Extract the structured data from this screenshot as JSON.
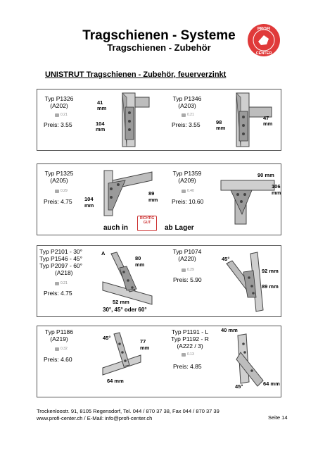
{
  "header": {
    "title": "Tragschienen - Systeme",
    "subtitle": "Tragschienen - Zubehör",
    "logo_text_top": "PROFI",
    "logo_text_bottom": "CENTER"
  },
  "section_title": "UNISTRUT Tragschienen - Zubehör, feuerverzinkt",
  "items": [
    {
      "type_lines": [
        "Typ P1326",
        "(A202)"
      ],
      "weight": "0.21",
      "price": "Preis: 3.55",
      "dims": [
        "41",
        "mm",
        "104",
        "mm"
      ]
    },
    {
      "type_lines": [
        "Typ P1346",
        "(A203)"
      ],
      "weight": "0.21",
      "price": "Preis: 3.55",
      "dims": [
        "98",
        "mm",
        "47",
        "mm"
      ]
    },
    {
      "type_lines": [
        "Typ P1325",
        "(A205)"
      ],
      "weight": "0.29",
      "price": "Preis: 4.75",
      "dims": [
        "104",
        "mm",
        "89",
        "mm"
      ]
    },
    {
      "type_lines": [
        "Typ P1359",
        "(A209)"
      ],
      "weight": "0.40",
      "price": "Preis: 10.60",
      "dims": [
        "90 mm",
        "106",
        "mm"
      ]
    },
    {
      "type_lines": [
        "Typ P2101 - 30°",
        "Typ P1546 - 45°",
        "Typ P2097 - 60°",
        "(A218)"
      ],
      "weight": "0.21",
      "price": "Preis: 4.75",
      "dims": [
        "A",
        "80",
        "mm",
        "52 mm",
        "30°, 45° oder 60°"
      ]
    },
    {
      "type_lines": [
        "Typ P1074",
        "(A220)"
      ],
      "weight": "0.29",
      "price": "Preis: 5.90",
      "dims": [
        "45°",
        "92 mm",
        "89 mm"
      ]
    },
    {
      "type_lines": [
        "Typ P1186",
        "(A219)"
      ],
      "weight": "0.32",
      "price": "Preis: 4.60",
      "dims": [
        "45°",
        "77",
        "mm",
        "64 mm"
      ]
    },
    {
      "type_lines": [
        "Typ P1191 - L",
        "Typ P1192 - R",
        "(A222 / 3)"
      ],
      "weight": "0.13",
      "price": "Preis: 4.85",
      "dims": [
        "40 mm",
        "45°",
        "64 mm"
      ]
    }
  ],
  "stock": {
    "left": "auch in",
    "right": "ab Lager",
    "stamp": "RICHTIG GUT"
  },
  "footer": {
    "line1": "Trockenloostr. 91,    8105 Regensdorf,    Tel. 044 / 870 37 38,    Fax 044 / 870 37 39",
    "line2": "www.profi-center.ch  /  E-Mail: info@profi-center.ch",
    "page": "Seite 14"
  },
  "colors": {
    "logo_red": "#e03a3a",
    "border": "#555555",
    "steel": "#b8b8b8"
  }
}
